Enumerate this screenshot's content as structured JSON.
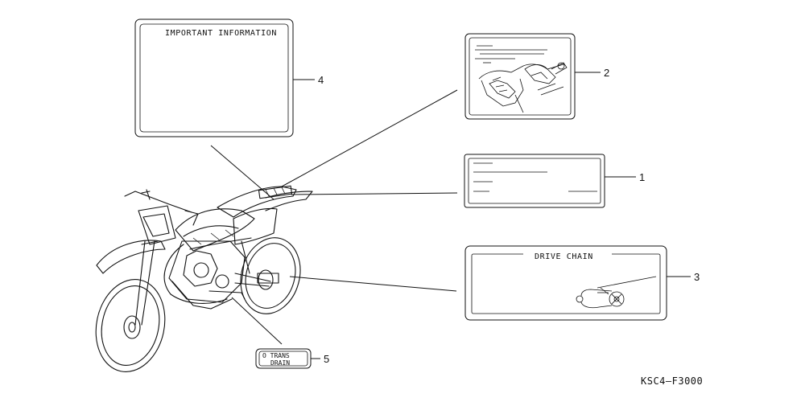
{
  "labels": {
    "important": {
      "title": "IMPORTANT INFORMATION",
      "callout": "4"
    },
    "decal": {
      "callout": "2"
    },
    "caution": {
      "callout": "1"
    },
    "drive_chain": {
      "title": "DRIVE CHAIN",
      "callout": "3"
    },
    "trans_oil": {
      "line1": "O TRANS",
      "line2": "DRAIN",
      "callout": "5"
    }
  },
  "diagram_code": "KSC4—F3000"
}
